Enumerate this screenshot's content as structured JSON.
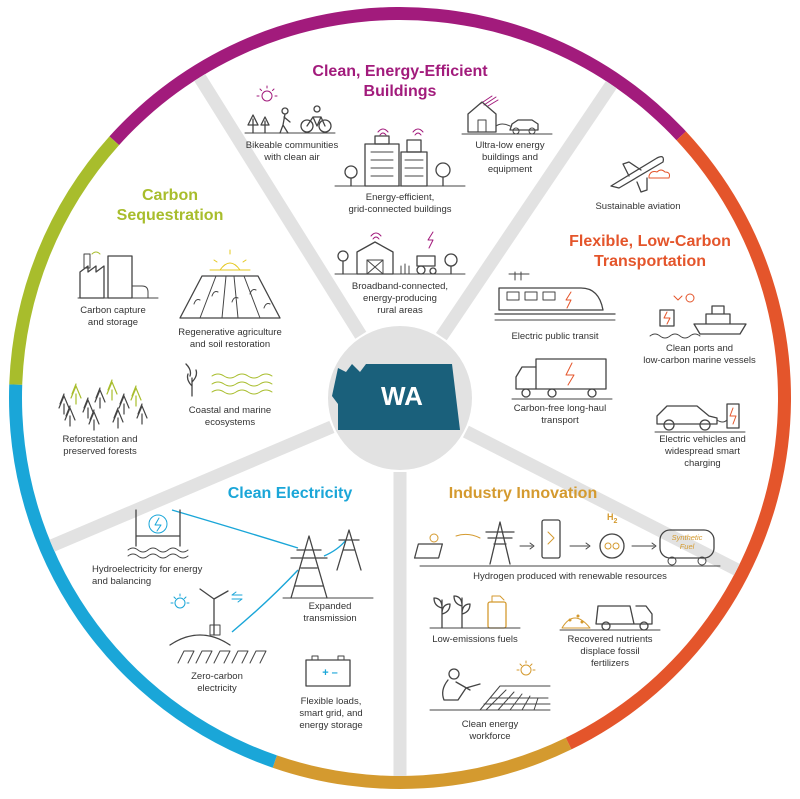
{
  "center": {
    "label": "WA",
    "color": "#1a607b"
  },
  "colors": {
    "buildings": "#a21b7c",
    "transportation": "#e4552b",
    "industry": "#d49a2f",
    "electricity": "#1aa6d8",
    "sequestration": "#a8bd2c",
    "divider": "#e2e2e2",
    "accent_yellow": "#e5c81f",
    "accent_orange": "#e4552b",
    "accent_blue": "#1aa6d8",
    "accent_purple": "#a21b7c"
  },
  "sectors": {
    "buildings": {
      "title": "Clean, Energy-Efficient\nBuildings",
      "items": [
        "Bikeable communities\nwith clean air",
        "Energy-efficient,\ngrid-connected buildings",
        "Ultra-low energy\nbuildings and\nequipment",
        "Broadband-connected,\nenergy-producing\nrural areas"
      ]
    },
    "transportation": {
      "title": "Flexible, Low-Carbon\nTransportation",
      "items": [
        "Sustainable aviation",
        "Electric public transit",
        "Clean ports and\nlow-carbon marine vessels",
        "Carbon-free long-haul\ntransport",
        "Electric vehicles and\nwidespread smart\ncharging"
      ]
    },
    "industry": {
      "title": "Industry Innovation",
      "items": [
        "Hydrogen produced with renewable resources",
        "Low-emissions fuels",
        "Recovered nutrients\ndisplace fossil\nfertilizers",
        "Clean energy\nworkforce"
      ],
      "h2_label": "H",
      "h2_sub": "2",
      "fuel_label": "Synthetic\nFuel"
    },
    "electricity": {
      "title": "Clean Electricity",
      "items": [
        "Hydroelectricity for energy\nand balancing",
        "Expanded\ntransmission",
        "Zero-carbon\nelectricity",
        "Flexible loads,\nsmart grid, and\nenergy storage"
      ],
      "battery_label": "+ –"
    },
    "sequestration": {
      "title": "Carbon\nSequestration",
      "items": [
        "Carbon capture\nand storage",
        "Regenerative agriculture\nand soil restoration",
        "Coastal and marine\necosystems",
        "Reforestation and\npreserved forests"
      ]
    }
  }
}
